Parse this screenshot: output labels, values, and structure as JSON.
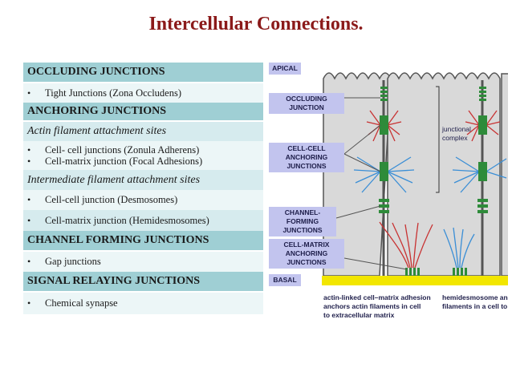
{
  "title": "Intercellular Connections.",
  "table": {
    "occluding_header": "OCCLUDING JUNCTIONS",
    "occluding_item": "Tight Junctions (Zona Occludens)",
    "anchoring_header": "ANCHORING JUNCTIONS",
    "actin_sub": "Actin filament attachment sites",
    "actin_item_1": "Cell- cell junctions (Zonula Adherens)",
    "actin_item_2": "Cell-matrix junction (Focal Adhesions)",
    "intermediate_sub": "Intermediate filament attachment sites",
    "intermediate_item_1": "Cell-cell junction (Desmosomes)",
    "intermediate_item_2": "Cell-matrix junction (Hemidesmosomes)",
    "channel_header": "CHANNEL FORMING JUNCTIONS",
    "channel_item": "Gap junctions",
    "signal_header": "SIGNAL RELAYING JUNCTIONS",
    "signal_item": "Chemical synapse",
    "bullet": "•"
  },
  "figure": {
    "apical": "APICAL",
    "occluding_junction": "OCCLUDING JUNCTION",
    "cell_cell": "CELL-CELL",
    "anchoring_junctions": "ANCHORING JUNCTIONS",
    "channel_forming": "CHANNEL-FORMING",
    "junctions": "JUNCTIONS",
    "cell_matrix": "CELL-MATRIX",
    "anchoring_junctions_2": "ANCHORING JUNCTIONS",
    "basal": "BASAL",
    "junctional": "junctional",
    "complex": "complex",
    "caption_left_1": "actin-linked cell–matrix adhesion",
    "caption_left_2": "anchors actin filaments in cell",
    "caption_left_3": "to extracellular matrix",
    "caption_right_1": "hemidesmosome and",
    "caption_right_2": "filaments in a cell to e"
  },
  "colors": {
    "title": "#8b1a1a",
    "header_bg": "#9fcfd4",
    "row_dark": "#d6ebee",
    "row_light": "#ecf6f7",
    "label_bg": "#c2c4ee",
    "cell_fill": "#d9d9d9",
    "junction_green": "#2e8b3a",
    "actin_red": "#c83232",
    "intermediate_blue": "#3a8ed6",
    "basal_yellow": "#f2e600"
  }
}
